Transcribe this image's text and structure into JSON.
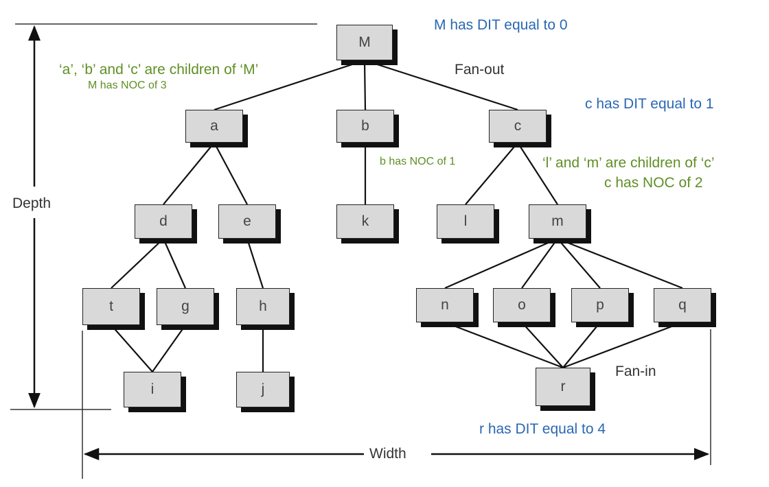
{
  "diagram": {
    "nodes": [
      {
        "id": "M",
        "label": "M"
      },
      {
        "id": "a",
        "label": "a"
      },
      {
        "id": "b",
        "label": "b"
      },
      {
        "id": "c",
        "label": "c"
      },
      {
        "id": "d",
        "label": "d"
      },
      {
        "id": "e",
        "label": "e"
      },
      {
        "id": "k",
        "label": "k"
      },
      {
        "id": "l",
        "label": "l"
      },
      {
        "id": "m",
        "label": "m"
      },
      {
        "id": "t",
        "label": "t"
      },
      {
        "id": "g",
        "label": "g"
      },
      {
        "id": "h",
        "label": "h"
      },
      {
        "id": "n",
        "label": "n"
      },
      {
        "id": "o",
        "label": "o"
      },
      {
        "id": "p",
        "label": "p"
      },
      {
        "id": "q",
        "label": "q"
      },
      {
        "id": "i",
        "label": "i"
      },
      {
        "id": "j",
        "label": "j"
      },
      {
        "id": "r",
        "label": "r"
      }
    ],
    "edges": [
      [
        "M",
        "a"
      ],
      [
        "M",
        "b"
      ],
      [
        "M",
        "c"
      ],
      [
        "a",
        "d"
      ],
      [
        "a",
        "e"
      ],
      [
        "b",
        "k"
      ],
      [
        "c",
        "l"
      ],
      [
        "c",
        "m"
      ],
      [
        "d",
        "t"
      ],
      [
        "d",
        "g"
      ],
      [
        "e",
        "h"
      ],
      [
        "m",
        "n"
      ],
      [
        "m",
        "o"
      ],
      [
        "m",
        "p"
      ],
      [
        "m",
        "q"
      ],
      [
        "t",
        "i"
      ],
      [
        "g",
        "i"
      ],
      [
        "h",
        "j"
      ],
      [
        "n",
        "r"
      ],
      [
        "o",
        "r"
      ],
      [
        "p",
        "r"
      ],
      [
        "q",
        "r"
      ]
    ],
    "labels": {
      "fan_out": "Fan-out",
      "fan_in": "Fan-in",
      "depth": "Depth",
      "width": "Width"
    },
    "annotations": {
      "m_dit": "M has DIT equal to 0",
      "children_m": "‘a’, ‘b’ and ‘c’ are children of ‘M’",
      "m_noc": "M has NOC of 3",
      "c_dit": "c has DIT equal to 1",
      "b_noc": "b has NOC of 1",
      "children_c": "‘l’ and ‘m’ are children of ‘c’",
      "c_noc": "c has NOC of 2",
      "r_dit": "r has DIT equal to 4"
    },
    "colors": {
      "blue_note": "#2a67b3",
      "green_note": "#5f8f25",
      "node_fill": "#d9d9d9",
      "node_shadow": "#111111"
    }
  }
}
